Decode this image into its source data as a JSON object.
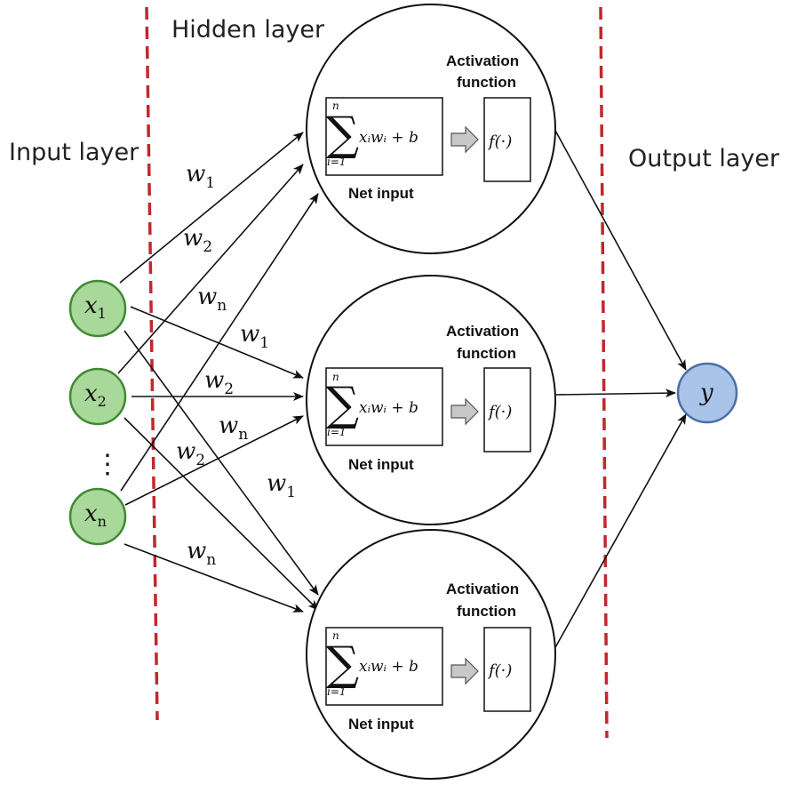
{
  "layers": {
    "input": "Input layer",
    "hidden": "Hidden layer",
    "output": "Output layer"
  },
  "colors": {
    "input_node": "#a8d89a",
    "input_stroke": "#3f8a32",
    "output_node": "#a9c4e8",
    "output_stroke": "#4a6fa5",
    "divider": "#c0282d",
    "arrow_fill": "#c8c8c8"
  },
  "inputs": [
    {
      "var": "x",
      "sub": "1"
    },
    {
      "var": "x",
      "sub": "2"
    },
    {
      "var": "x",
      "sub": "n"
    }
  ],
  "ellipsis": "⋮",
  "output_node": "y",
  "neurons": [
    {
      "activation_line1": "Activation",
      "activation_line2": "function",
      "net_input": "Net input",
      "sum_top": "n",
      "sum_bottom": "i=1",
      "sum_expr": "xᵢwᵢ + b",
      "function": "f(·)"
    },
    {
      "activation_line1": "Activation",
      "activation_line2": "function",
      "net_input": "Net input",
      "sum_top": "n",
      "sum_bottom": "i=1",
      "sum_expr": "xᵢwᵢ + b",
      "function": "f(·)"
    },
    {
      "activation_line1": "Activation",
      "activation_line2": "function",
      "net_input": "Net input",
      "sum_top": "n",
      "sum_bottom": "i=1",
      "sum_expr": "xᵢwᵢ + b",
      "function": "f(·)"
    }
  ],
  "weights": [
    {
      "var": "w",
      "sub": "1"
    },
    {
      "var": "w",
      "sub": "2"
    },
    {
      "var": "w",
      "sub": "n"
    },
    {
      "var": "w",
      "sub": "1"
    },
    {
      "var": "w",
      "sub": "2"
    },
    {
      "var": "w",
      "sub": "n"
    },
    {
      "var": "w",
      "sub": "2"
    },
    {
      "var": "w",
      "sub": "1"
    },
    {
      "var": "w",
      "sub": "n"
    }
  ]
}
